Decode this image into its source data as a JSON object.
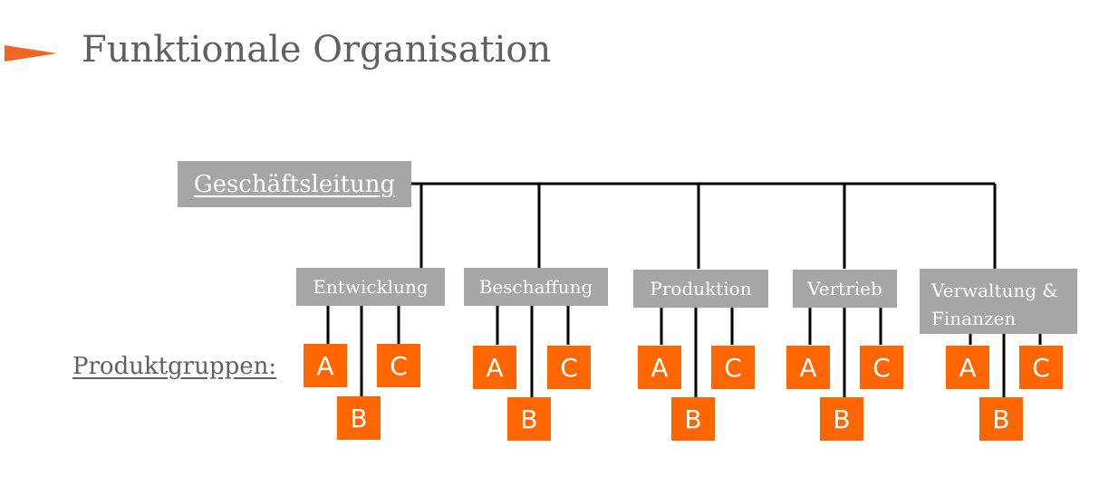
{
  "title": "Funktionale Organisation",
  "root": {
    "label": "Geschäftsleitung"
  },
  "products_label": "Produktgruppen:",
  "departments": [
    {
      "label": "Entwicklung",
      "products": [
        "A",
        "B",
        "C"
      ]
    },
    {
      "label": "Beschaffung",
      "products": [
        "A",
        "B",
        "C"
      ]
    },
    {
      "label": "Produktion",
      "products": [
        "A",
        "B",
        "C"
      ]
    },
    {
      "label": "Vertrieb",
      "products": [
        "A",
        "B",
        "C"
      ]
    },
    {
      "label": "Verwaltung &\nFinanzen",
      "products": [
        "A",
        "B",
        "C"
      ]
    }
  ],
  "colors": {
    "accent": "#ff6600",
    "box": "#a6a6a6",
    "text": "#606060",
    "line": "#000000"
  },
  "icons": {
    "title_marker": "arrow-icon"
  }
}
